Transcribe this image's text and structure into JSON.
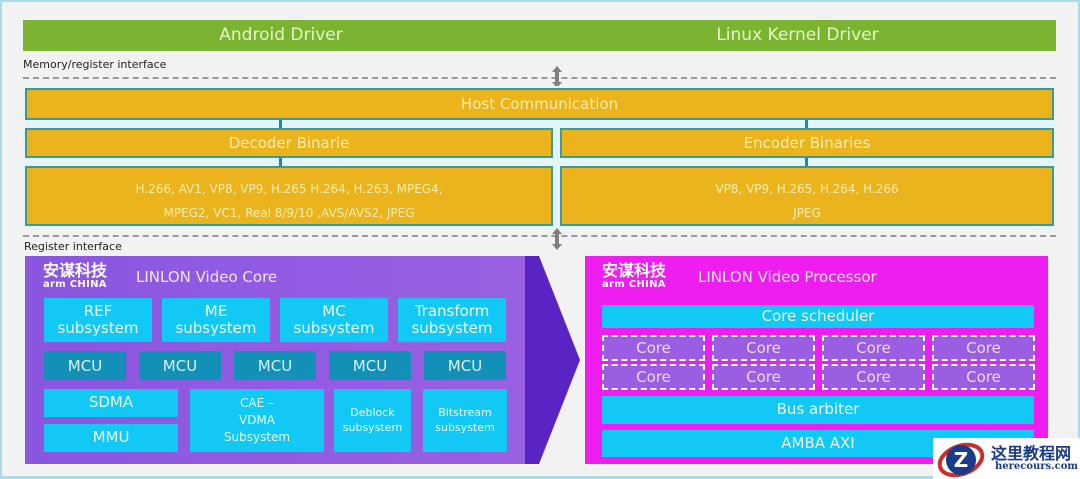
{
  "drivers": {
    "android": "Android Driver",
    "linux": "Linux Kernel Driver",
    "bar_color": "#7ab430"
  },
  "interfaces": {
    "memory_register": "Memory/register interface",
    "register": "Register interface"
  },
  "firmware": {
    "host_communication": "Host Communication",
    "decoder_title": "Decoder Binarie",
    "decoder_formats_line1": "H.266, AV1, VP8, VP9, H.265 H.264,  H.263, MPEG4,",
    "decoder_formats_line2": "MPEG2, VC1, Real 8/9/10 ,AVS/AVS2, JPEG",
    "encoder_title": "Encoder Binaries",
    "encoder_formats_line1": "VP8, VP9, H.265, H.264, H.266",
    "encoder_formats_line2": "JPEG",
    "block_color": "#ebb41c"
  },
  "video_core": {
    "logo_cn": "安谋科技",
    "logo_en": "arm CHINA",
    "title": "LINLON Video Core",
    "subsystems_row1": [
      {
        "line1": "REF",
        "line2": "subsystem"
      },
      {
        "line1": "ME",
        "line2": "subsystem"
      },
      {
        "line1": "MC",
        "line2": "subsystem"
      },
      {
        "line1": "Transform",
        "line2": "subsystem"
      }
    ],
    "mcus": [
      "MCU",
      "MCU",
      "MCU",
      "MCU",
      "MCU"
    ],
    "sdma": "SDMA",
    "mmu": "MMU",
    "cae": {
      "line1": "CAE –",
      "line2": "VDMA",
      "line3": "Subsystem"
    },
    "deblock": {
      "line1": "Deblock",
      "line2": "subsystem"
    },
    "bitstream": {
      "line1": "Bitstream",
      "line2": "subsystem"
    },
    "panel_color": "#8a56e0"
  },
  "video_processor": {
    "logo_cn": "安谋科技",
    "logo_en": "arm CHINA",
    "title": "LINLON Video Processor",
    "core_scheduler": "Core scheduler",
    "cores_row1": [
      "Core",
      "Core",
      "Core",
      "Core"
    ],
    "cores_row2": [
      "Core",
      "Core",
      "Core",
      "Core"
    ],
    "bus_arbiter": "Bus arbiter",
    "amba_axi": "AMBA AXI",
    "panel_color": "#f01df0"
  },
  "watermark": {
    "cn": "这里教程网",
    "en": "herecours.com"
  }
}
